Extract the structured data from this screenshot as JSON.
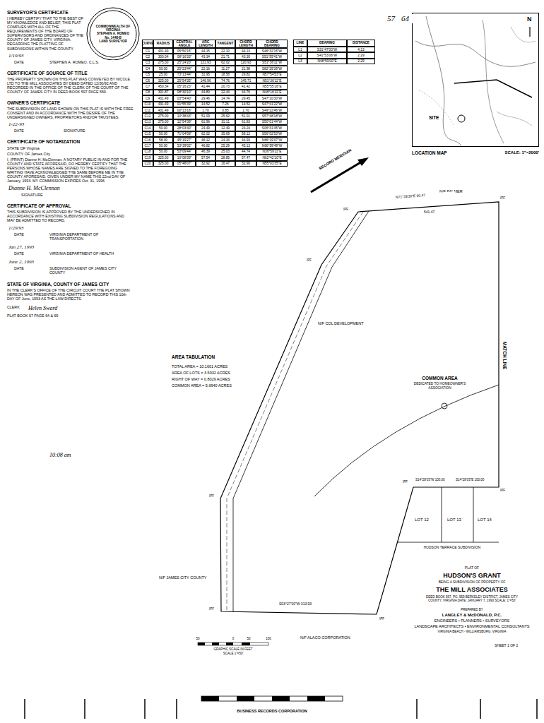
{
  "diagram": {
    "title": "HUDSON'S GRANT",
    "nodes": [
      {
        "text": [
          "COMMONWEALTH OF VIRGINIA",
          "STEPHEN A. ROMEO",
          "No. 1448-B",
          "LAND SURVEYOR"
        ]
      },
      {
        "text": [
          "SITE",
          "N",
          "LOCATION MAP",
          "SCALE: 1\"=2000'"
        ]
      }
    ],
    "labels": [
      "57",
      "64",
      "SURVEYOR'S CERTIFICATE",
      "I HEREBY CERTIFY THAT TO THE BEST OF MY KNOWLEDGE AND BELIEF, THIS PLAT COMPLIES WITH ALL OF THE REQUIREMENTS OF THE BOARD OF SUPERVISORS AND ORDINANCES OF THE COUNTY OF JAMES CITY, VIRGINIA, REGARDING THE PLATTING OF SUBDIVISIONS WITHIN THE COUNTY.",
      "1/19/93",
      "DATE",
      "STEPHEN A. ROMEO, C.L.S.",
      "CERTIFICATE OF SOURCE OF TITLE",
      "THE PROPERTY SHOWN ON THIS PLAT WAS CONVEYED BY NICOLE LTD TO THE MILL ASSOCIATES BY DEED DATED 12/30/92 AND RECORDED IN THE OFFICE OF THE CLERK OF THE COURT OF THE COUNTY OF JAMES CITY IN DEED BOOK 597 PAGE 559.",
      "OWNER'S CERTIFICATE",
      "THE SUBDIVISION OF LAND SHOWN ON THIS PLAT IS WITH THE FREE CONSENT AND IN ACCORDANCE WITH THE DESIRE OF THE UNDERSIGNED OWNERS, PROPRIETORS AND/OR TRUSTEES.",
      "1-22-93",
      "DATE",
      "SIGNATURE",
      "CERTIFICATE OF NOTARIZATION",
      "STATE OF Virginia",
      "COUNTY OF James City",
      "I, (PRINT) Dianne H. McClennan, A NOTARY PUBLIC IN AND FOR THE COUNTY AND STATE AFORESAID, DO HEREBY CERTIFY THAT THE PERSONS WHOSE NAMES ARE SIGNED TO THE FOREGOING WRITING HAVE ACKNOWLEDGED THE SAME BEFORE ME IN THE COUNTY AFORESAID. GIVEN UNDER MY NAME THIS 22nd DAY OF January, 1993. MY COMMISSION EXPIRES Oct. 31, 1996",
      "Dianne H. McClennan",
      "SIGNATURE",
      "CERTIFICATE OF APPROVAL",
      "THIS SUBDIVISION IS APPROVED BY THE UNDERSIGNED IN ACCORDANCE WITH EXISTING SUBDIVISION REGULATIONS AND MAY BE ADMITTED TO RECORD.",
      "1/29/93",
      "DATE",
      "VIRGINIA DEPARTMENT OF TRANSPORTATION",
      "Jan 27, 1993",
      "DATE",
      "VIRGINIA DEPARTMENT OF HEALTH",
      "June 2, 1993",
      "DATE",
      "SUBDIVISION AGENT OF JAMES CITY COUNTY",
      "STATE OF VIRGINIA, COUNTY OF JAMES CITY",
      "IN THE CLERK'S OFFICE OF THE CIRCUIT COURT THE PLAT SHOWN HEREON WAS PRESENTED AND ADMITTED TO RECORD THIS 10th DAY OF June, 1993 AS THE LAW DIRECTS.",
      "CLERK",
      "Helen Sward",
      "PLAT BOOK 57 PAGE 64 & 65",
      "10:08 am",
      "AREA TABULATION",
      "TOTAL AREA = 10.1601 ACRES",
      "AREA OF LOTS = 3.5932 ACRES",
      "RIGHT OF WAY = 0.8029 ACRES",
      "COMMON AREA = 5.6940 ACRES",
      "RECORD MERIDIAN",
      "N/F PALMER",
      "N71°28'30\"E 90.47",
      "541.47",
      "N/F COL DEVELOPMENT",
      "COMMON AREA",
      "DEDICATED TO HOMEOWNER'S ASSOCIATION",
      "MATCH LINE",
      "N/F JAMES CITY COUNTY",
      "LOT 12",
      "LOT 13",
      "LOT 14",
      "HUDSON TERRACE SUBDIVISION",
      "S14°28'03\"W 100.00",
      "S14°28'03\"E 100.00",
      "N/F ALACO CORPORATION",
      "S03°27'00\"W 313.93",
      "PLAT OF",
      "BEING A SUBDIVISION OF PROPERTY OF",
      "THE MILL ASSOCIATES",
      "DEED BOOK 597, PG. 559 BERKELEY DISTRICT, JAMES CITY COUNTY, VIRGINIA DATE: JANUARY 7, 1993 SCALE: 1\"=50'",
      "PREPARED BY",
      "LANGLEY & McDONALD, P.C.",
      "ENGINEERS • PLANNERS • SURVEYORS",
      "LANDSCAPE ARCHITECTS • ENVIRONMENTAL CONSULTANTS",
      "VIRGINIA BEACH - WILLIAMSBURG, VIRGINIA",
      "GRAPHIC SCALE IN FEET",
      "SCALE 1\"=50'",
      "SHEET 1 OF 2",
      "BUSINESS RECORDS CORPORATION",
      "IPF",
      "IPF",
      "IPF",
      "IPF",
      "IPF",
      "IPF",
      "IPF",
      "IPF",
      "50",
      "0",
      "50",
      "100",
      "CURVE",
      "RADIUS",
      "CENTRAL ANGLE",
      "ARC LENGTH",
      "TANGENT",
      "CHORD LENGTH",
      "CHORD BEARING",
      "C1",
      "431.49",
      "05°50'15\"",
      "44.15",
      "22.10",
      "44.13",
      "S46°32'15\"W",
      "C2",
      "300.04",
      "08°16'33\"",
      "43.34",
      "21.71",
      "43.30",
      "S51°55'41\"W",
      "C3",
      "275.00",
      "25°24'20\"",
      "121.93",
      "62.02",
      "120.93",
      "S51°36'11\"W",
      "C4",
      "50.00",
      "25°23'44\"",
      "22.16",
      "11.27",
      "21.98",
      "S82°25'39\"W",
      "C5",
      "25.00",
      "73°13'44\"",
      "31.95",
      "18.58",
      "29.82",
      "N57°54'53\"E",
      "C6",
      "325.00",
      "25°54'35\"",
      "146.96",
      "74.76",
      "145.71",
      "N51°36'11\"E",
      "C7",
      "450.34",
      "05°16'23\"",
      "41.44",
      "20.73",
      "41.42",
      "N55°55'16\"E",
      "C8",
      "301.87",
      "08°30'10\"",
      "44.80",
      "22.44",
      "44.76",
      "N46°16'11\"E",
      "C9",
      "431.49",
      "03°54'40\"",
      "29.46",
      "14.74",
      "29.45",
      "S47°10'30\"W",
      "C10",
      "431.49",
      "01°55'39\"",
      "14.52",
      "7.26",
      "14.52",
      "S47°41'22\"W",
      "C11",
      "431.49",
      "00°13'16\"",
      "1.70",
      "0.85",
      "1.70",
      "S49°22'46\"W",
      "C12",
      "275.00",
      "10°38'43\"",
      "51.09",
      "25.62",
      "51.01",
      "S57°48'18\"W",
      "C13",
      "275.00",
      "12°54'39\"",
      "61.96",
      "31.11",
      "61.83",
      "S50°01'44\"W",
      "C14",
      "50.00",
      "28°03'40\"",
      "24.49",
      "12.49",
      "24.24",
      "S06°31'45\"W",
      "C15",
      "50.00",
      "71°04'08\"",
      "62.02",
      "35.69",
      "58.12",
      "S56°02'53\"W",
      "C16",
      "58.30",
      "45°19'27\"",
      "46.12",
      "24.34",
      "44.93",
      "N66°19'07\"W",
      "C17",
      "50.00",
      "53°39'02\"",
      "46.82",
      "25.29",
      "45.13",
      "N66°59'49\"W",
      "C18",
      "50.00",
      "53°09'44\"",
      "46.39",
      "25.03",
      "44.74",
      "N36°59'11\"E",
      "C19",
      "325.00",
      "10°08'39\"",
      "57.54",
      "28.85",
      "57.47",
      "N62°42'10\"E",
      "C20",
      "325.00",
      "05°48'07\"",
      "32.92",
      "16.47",
      "32.90",
      "N55°03'35\"E",
      "LINE",
      "BEARING",
      "DISTANCE",
      "L1",
      "S31°47'00\"W",
      "4.13",
      "L2",
      "S41°53'06\"W",
      "2.29",
      "L3",
      "N48°59'00\"E",
      "2.29"
    ]
  }
}
